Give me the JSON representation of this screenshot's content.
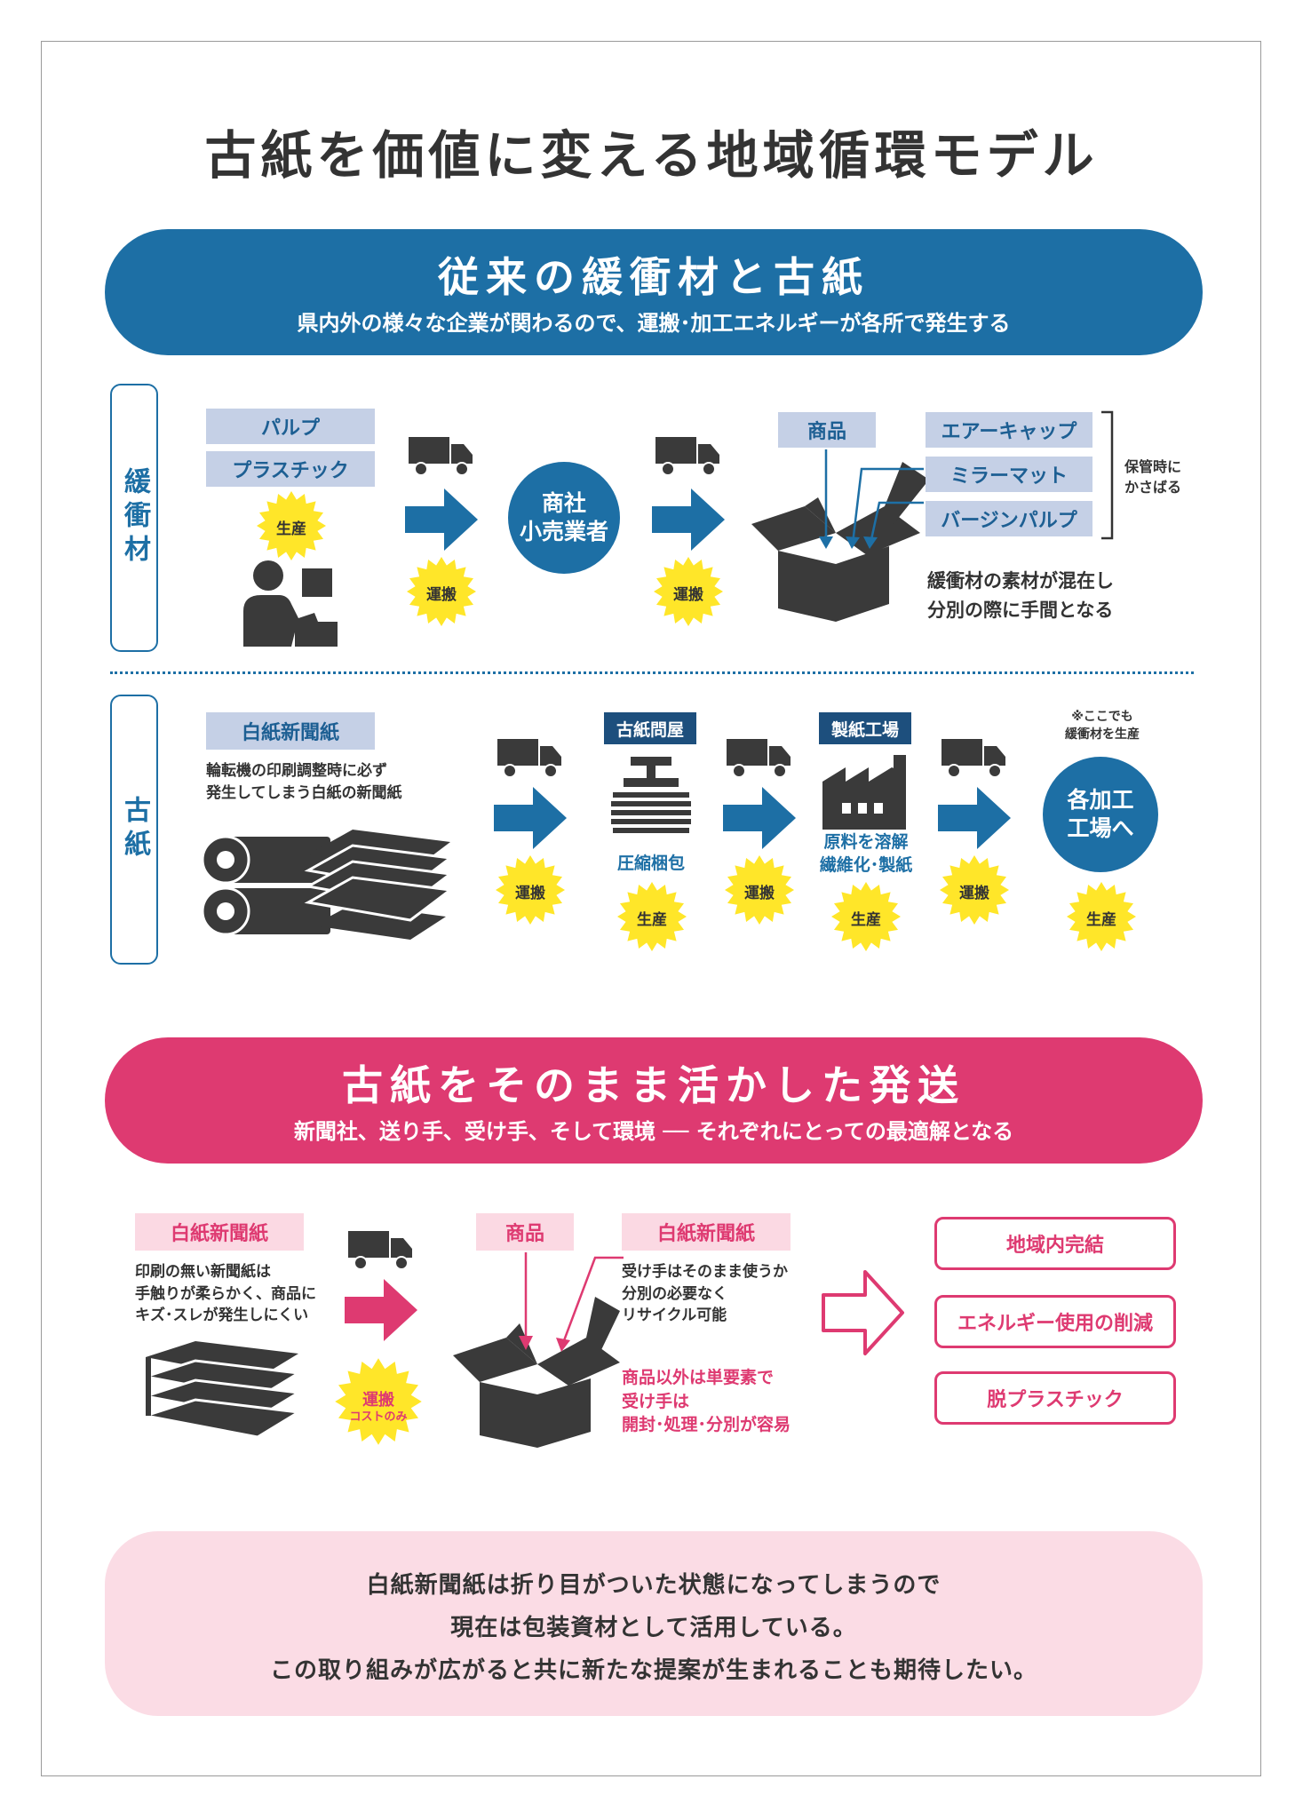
{
  "title": "古紙を価値に変える地域循環モデル",
  "section1": {
    "title": "従来の緩衝材と古紙",
    "subtitle": "県内外の様々な企業が関わるので、運搬･加工エネルギーが各所で発生する"
  },
  "row1": {
    "side_label": "緩衝材",
    "materials": [
      "パルプ",
      "プラスチック"
    ],
    "produce_badge": "生産",
    "transport_badge": "運搬",
    "trader": "商社\n小売業者",
    "product_label": "商品",
    "cushion_items": [
      "エアーキャップ",
      "ミラーマット",
      "バージンパルプ"
    ],
    "storage_note": "保管時に\nかさばる",
    "mixed_note": "緩衝材の素材が混在し\n分別の際に手間となる"
  },
  "row2": {
    "side_label": "古紙",
    "newsprint_label": "白紙新聞紙",
    "newsprint_note": "輪転機の印刷調整時に必ず\n発生してしまう白紙の新聞紙",
    "transport_badge": "運搬",
    "produce_badge": "生産",
    "wholesaler_label": "古紙問屋",
    "wholesaler_note": "圧縮梱包",
    "mill_label": "製紙工場",
    "mill_note": "原料を溶解\n繊維化･製紙",
    "factory_note": "※ここでも\n緩衝材を生産",
    "factory_circle": "各加工\n工場へ"
  },
  "section2": {
    "title": "古紙をそのまま活かした発送",
    "subtitle": "新聞社、送り手、受け手、そして環境 ── それぞれにとっての最適解となる"
  },
  "row3": {
    "newsprint_label": "白紙新聞紙",
    "newsprint_note": "印刷の無い新聞紙は\n手触りが柔らかく、商品に\nキズ･スレが発生しにくい",
    "transport_badge": "運搬",
    "transport_badge_sub": "コストのみ",
    "product_label": "商品",
    "newsprint_label2": "白紙新聞紙",
    "receiver_note": "受け手はそのまま使うか\n分別の必要なく\nリサイクル可能",
    "single_note": "商品以外は単要素で\n受け手は\n開封･処理･分別が容易",
    "outcomes": [
      "地域内完結",
      "エネルギー使用の削減",
      "脱プラスチック"
    ]
  },
  "bottom": {
    "lines": [
      "白紙新聞紙は折り目がついた状態になってしまうので",
      "現在は包装資材として活用している。",
      "この取り組みが広がると共に新たな提案が生まれることも期待したい。"
    ]
  },
  "colors": {
    "blue": "#1d6fa5",
    "pink": "#de3a71",
    "yellow": "#ffe629",
    "gray": "#3a3a3a",
    "light_blue": "#c5d0e6",
    "light_pink": "#fbd9e3"
  }
}
